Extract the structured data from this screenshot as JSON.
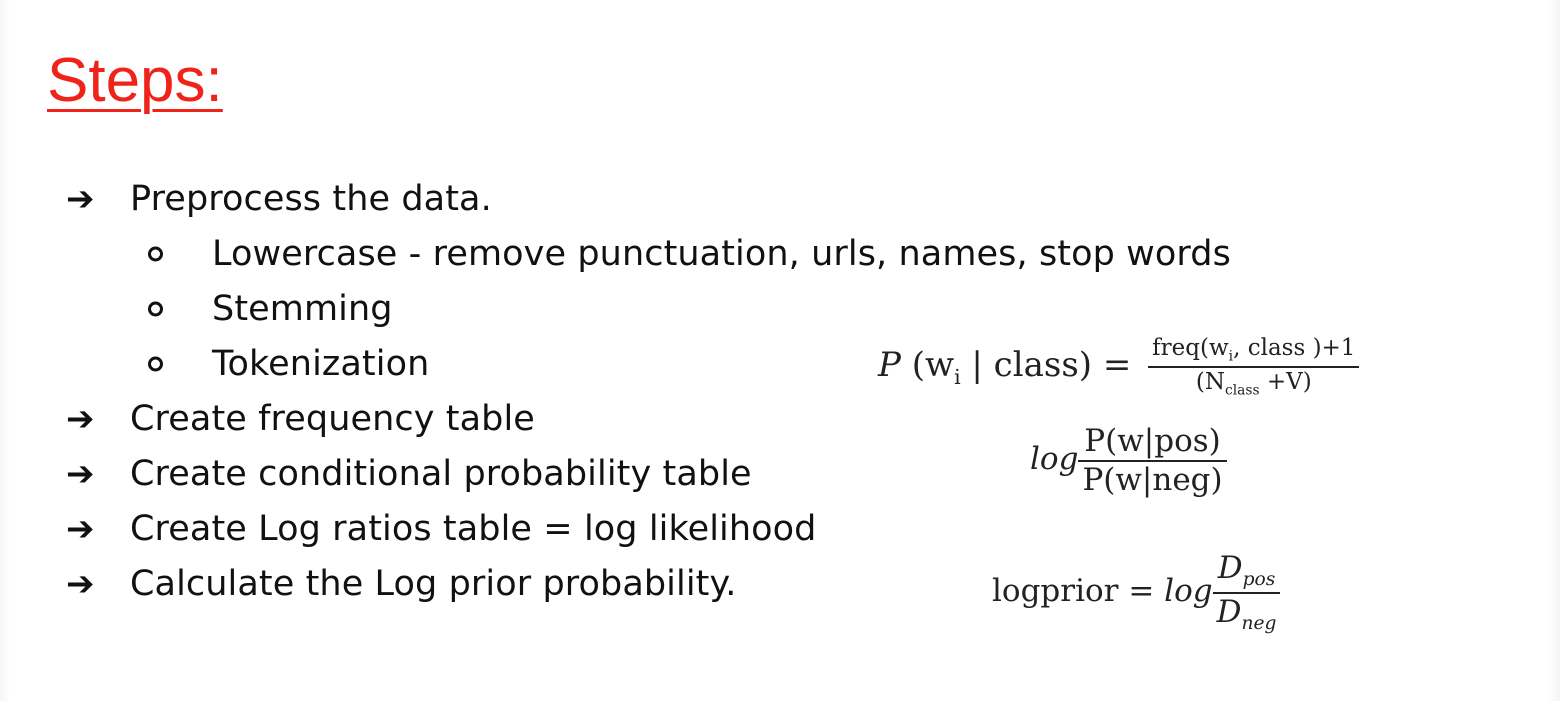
{
  "title": "Steps:",
  "colors": {
    "title": "#f0231b",
    "text": "#111111"
  },
  "steps": [
    {
      "marker": "arrow",
      "text": "Preprocess the data."
    },
    {
      "marker": "bullet",
      "text": "Lowercase - remove punctuation, urls, names, stop words"
    },
    {
      "marker": "bullet",
      "text": "Stemming"
    },
    {
      "marker": "bullet",
      "text": "Tokenization"
    },
    {
      "marker": "arrow",
      "text": "Create frequency table"
    },
    {
      "marker": "arrow",
      "text": "Create conditional probability table"
    },
    {
      "marker": "arrow",
      "text": "Create Log ratios table = log likelihood"
    },
    {
      "marker": "arrow",
      "text": "Calculate the Log prior probability."
    }
  ],
  "formulas": {
    "conditional": {
      "lhs_P": "P",
      "lhs_args": "(w",
      "lhs_sub": "i",
      "lhs_rest": " | class) =",
      "num": "freq(w",
      "num_sub": "i",
      "num_rest": ", class )+1",
      "den": "(N",
      "den_sub": "class",
      "den_rest": " +V)"
    },
    "log_ratio": {
      "log": "log",
      "num": "P(w|pos)",
      "den": "P(w|neg)"
    },
    "logprior": {
      "lhs": "logprior =",
      "log": "log",
      "num_D": "D",
      "num_sub": "pos",
      "den_D": "D",
      "den_sub": "neg"
    }
  }
}
